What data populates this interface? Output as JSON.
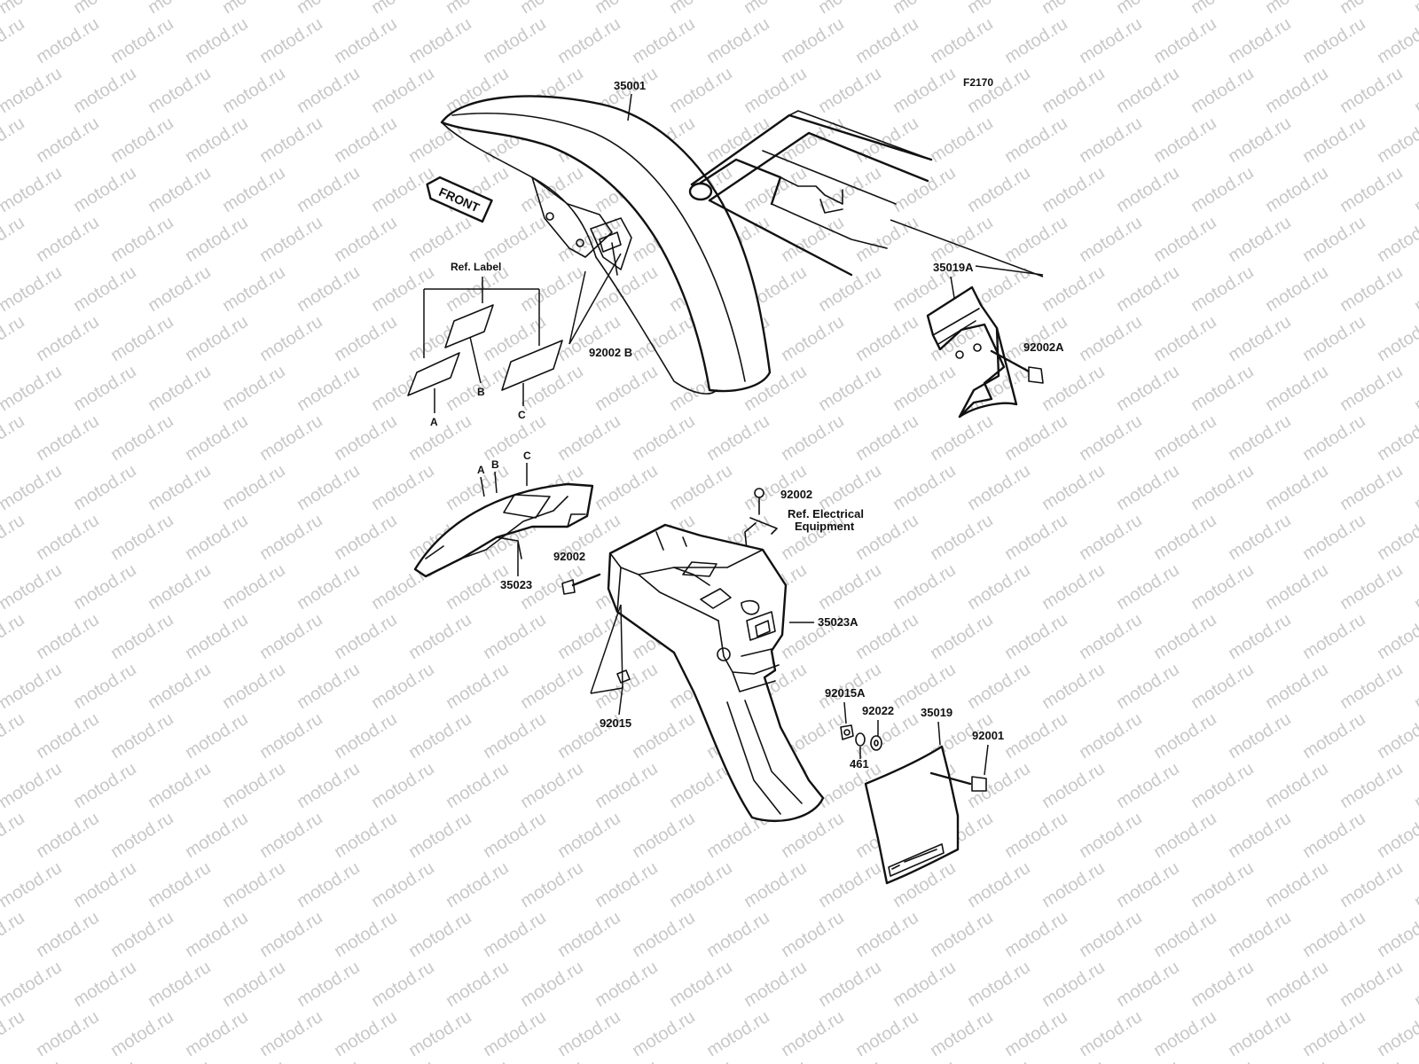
{
  "figure_code": "F2170",
  "watermark_text": "motod.ru",
  "direction_badge": "FRONT",
  "part_numbers": {
    "front_fender": "35001",
    "front_fender_bolt": "92002 B",
    "rear_flap_bracket": "35019A",
    "rear_flap_bolt": "92002A",
    "inner_fender": "35023",
    "inner_fender_bolt": "92002",
    "top_bolt": "92002",
    "rear_fender": "35023A",
    "rear_fender_nut": "92015",
    "nut_a": "92015A",
    "washer": "92022",
    "washer_b": "461",
    "mud_flap": "35019",
    "mud_flap_bolt": "92001"
  },
  "ref_label": {
    "title": "Ref. Label",
    "labels": [
      "A",
      "B",
      "C"
    ],
    "inner_labels": [
      "A",
      "B",
      "C"
    ]
  },
  "ref_electrical": [
    "Ref. Electrical",
    "Equipment"
  ]
}
